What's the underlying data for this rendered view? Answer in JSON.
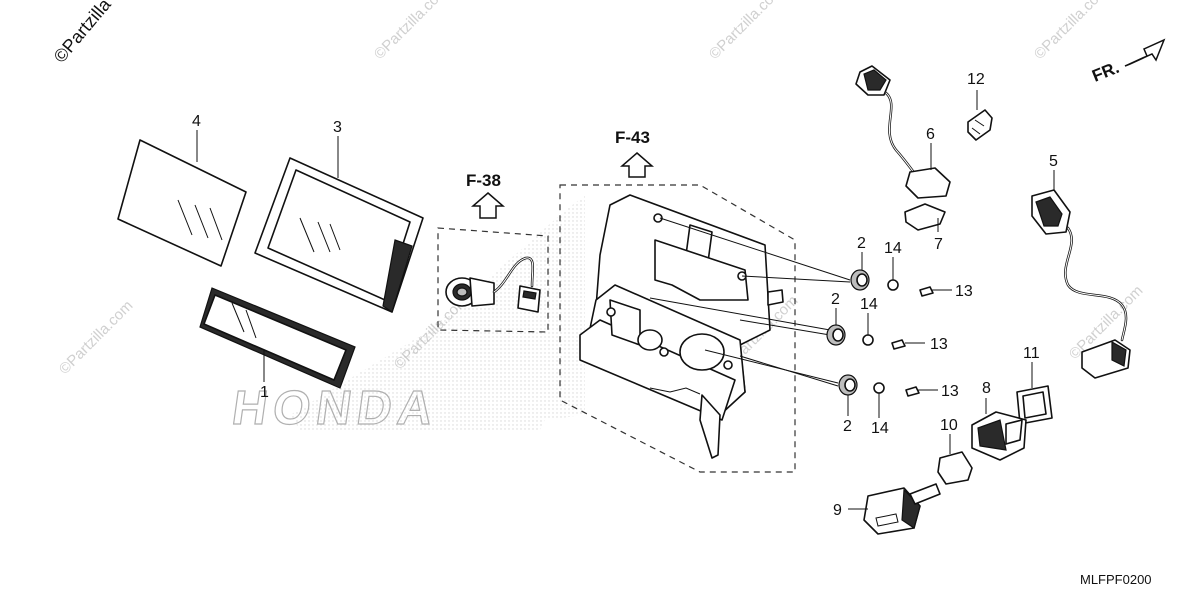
{
  "brand": "©Partzilla",
  "watermark_text": "©Partzilla.com",
  "honda_watermark": "HONDA",
  "direction_label": "FR.",
  "diagram_code": "MLFPF0200",
  "references": [
    "F-38",
    "F-43"
  ],
  "part_labels": {
    "p1": "1",
    "p2a": "2",
    "p2b": "2",
    "p2c": "2",
    "p3": "3",
    "p4": "4",
    "p5": "5",
    "p6": "6",
    "p7": "7",
    "p8": "8",
    "p9": "9",
    "p10": "10",
    "p11": "11",
    "p12": "12",
    "p13a": "13",
    "p13b": "13",
    "p13c": "13",
    "p14a": "14",
    "p14b": "14",
    "p14c": "14"
  },
  "colors": {
    "line": "#111111",
    "watermark": "#d0d0d0",
    "shade": "#bdbdbd"
  }
}
